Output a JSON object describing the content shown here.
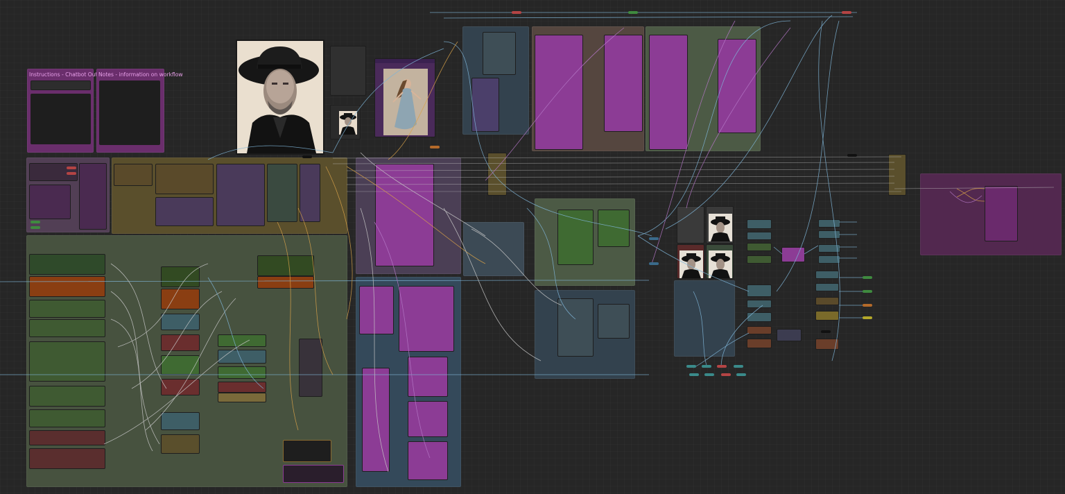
{
  "app": {
    "name": "ComfyUI node graph",
    "background": "#262626"
  },
  "titles": {
    "instructions": "Instructions - Chatbot Output",
    "notes": "Notes - information on workflow"
  },
  "colors": {
    "link_blue": "#7fb4d6",
    "link_orange": "#d8a24a",
    "link_white": "#c8c8c8",
    "link_purple": "#b477c6",
    "group_magenta": "#5b2a5c",
    "group_olive": "#55502a",
    "group_green": "#4a5a44",
    "group_teal": "#3a4a55",
    "node_magenta": "#a040a8",
    "node_green": "#3f6a32",
    "node_brown": "#8a3e12",
    "node_teal": "#3e5e66",
    "node_red": "#6a2e2e"
  },
  "images": {
    "portrait_main": "man-in-black-hat-portrait",
    "portrait_small": "man-in-black-hat-thumbnail",
    "dancer": "woman-in-flowing-dress-illustration",
    "result_thumbs": [
      "man-in-hat-result-1",
      "man-in-hat-result-2",
      "man-in-hat-result-3"
    ]
  }
}
